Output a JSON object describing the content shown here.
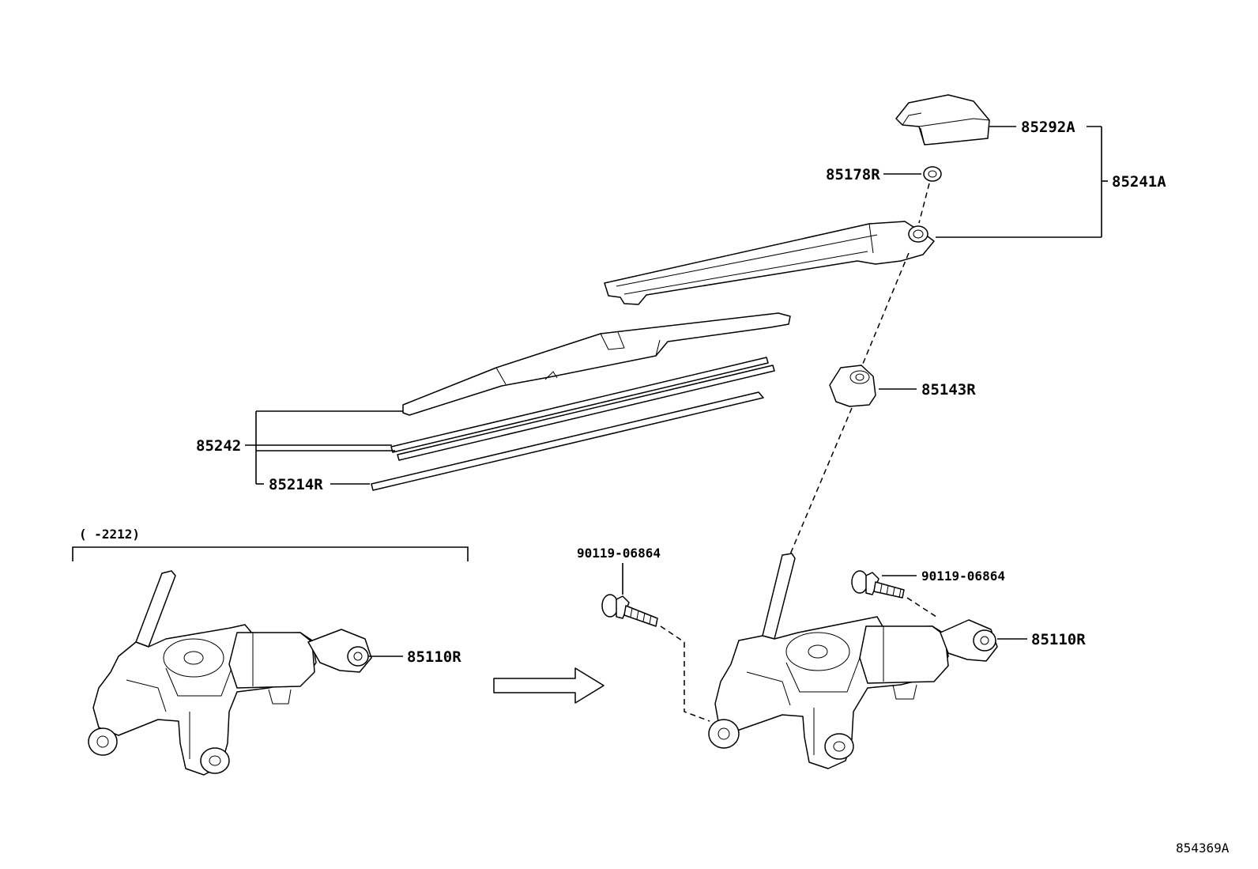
{
  "labels": {
    "cap": "85292A",
    "arm_assy": "85241A",
    "nut": "85178R",
    "pivot_cap": "85143R",
    "blade": "85242",
    "blade_rubber": "85214R",
    "motor_old": "85110R",
    "motor_new": "85110R",
    "bolt_left": "90119-06864",
    "bolt_right": "90119-06864",
    "range_bracket": "(    -2212)",
    "diagram_id": "854369A"
  },
  "icons": {
    "arrow": "right-arrow-icon"
  }
}
